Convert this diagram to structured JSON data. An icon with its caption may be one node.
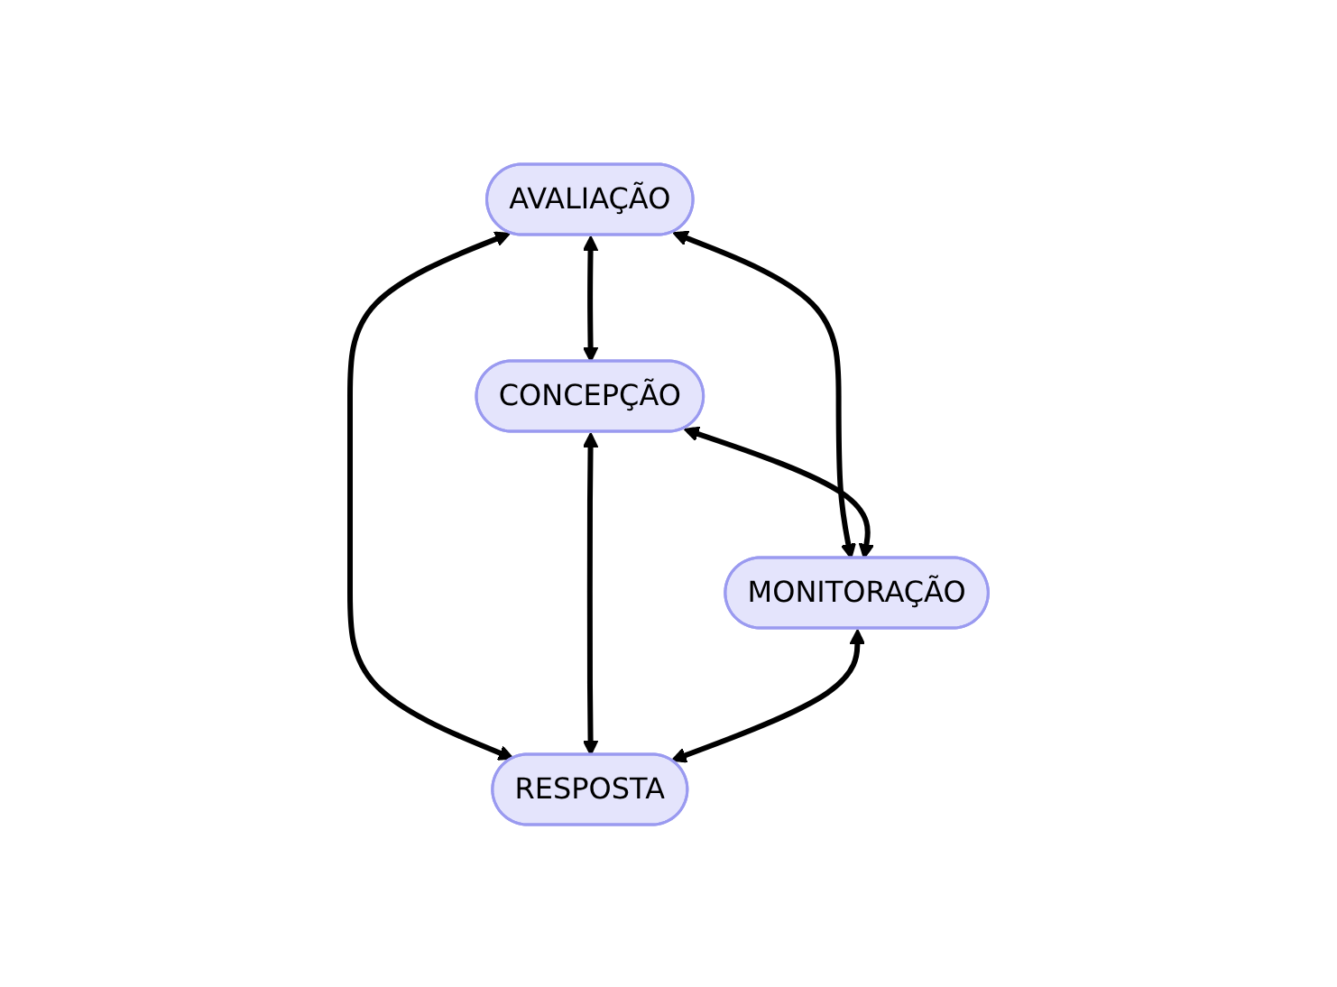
{
  "diagram": {
    "nodes": [
      {
        "text": [
          "AVALIAÇÃO"
        ]
      },
      {
        "text": [
          "CONCEPÇÃO"
        ]
      },
      {
        "text": [
          "MONITORAÇÃO"
        ]
      },
      {
        "text": [
          "RESPOSTA"
        ]
      }
    ],
    "edges": [
      {
        "from": 0,
        "to": 1,
        "arrow": "both"
      },
      {
        "from": 0,
        "to": 2,
        "arrow": "both"
      },
      {
        "from": 0,
        "to": 3,
        "arrow": "both"
      },
      {
        "from": 1,
        "to": 2,
        "arrow": "both"
      },
      {
        "from": 1,
        "to": 3,
        "arrow": "both"
      },
      {
        "from": 2,
        "to": 3,
        "arrow": "both"
      }
    ]
  }
}
